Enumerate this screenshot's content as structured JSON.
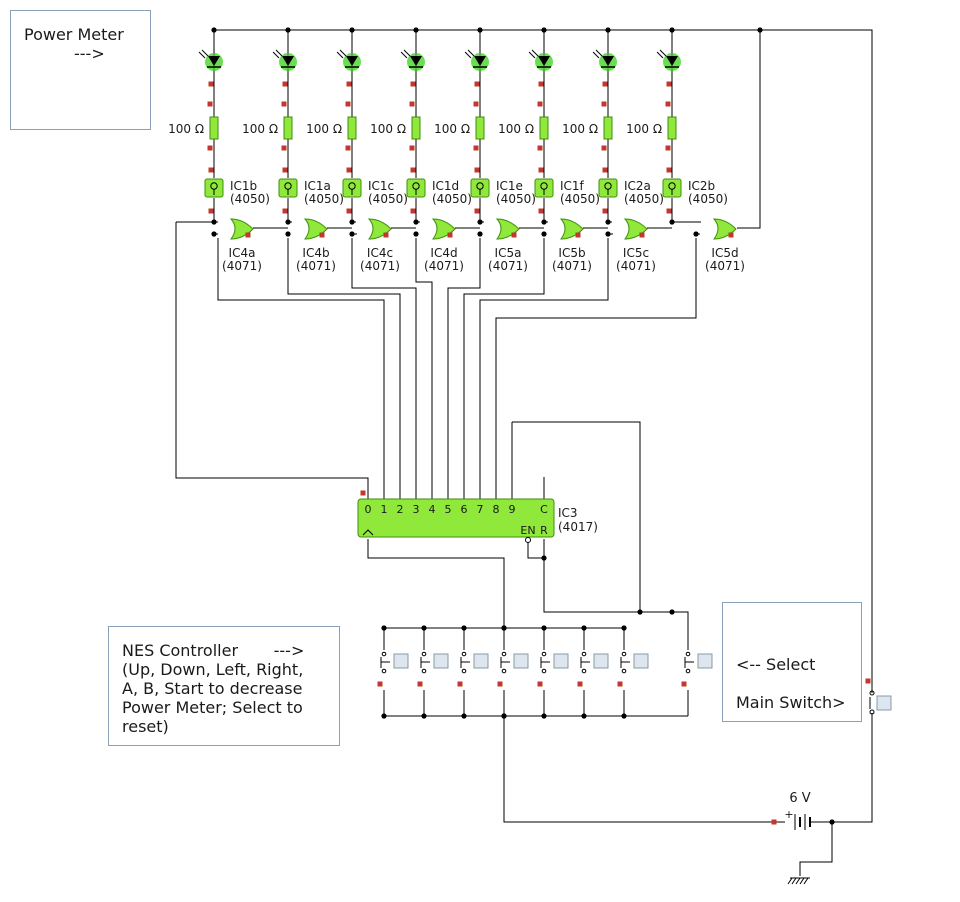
{
  "notes": {
    "power_meter": {
      "line1": "Power Meter",
      "line2": "--->"
    },
    "nes_controller": {
      "line1": "NES Controller       --->",
      "line2": "(Up, Down, Left, Right,",
      "line3": "A, B, Start to decrease",
      "line4": "Power Meter; Select to",
      "line5": "reset)"
    },
    "select": {
      "line1": "<-- Select",
      "line2": "Main Switch>"
    }
  },
  "resistor_value": "100 Ω",
  "buffers": [
    {
      "name": "IC1b",
      "part": "(4050)"
    },
    {
      "name": "IC1a",
      "part": "(4050)"
    },
    {
      "name": "IC1c",
      "part": "(4050)"
    },
    {
      "name": "IC1d",
      "part": "(4050)"
    },
    {
      "name": "IC1e",
      "part": "(4050)"
    },
    {
      "name": "IC1f",
      "part": "(4050)"
    },
    {
      "name": "IC2a",
      "part": "(4050)"
    },
    {
      "name": "IC2b",
      "part": "(4050)"
    }
  ],
  "or_gates": [
    {
      "name": "IC4a",
      "part": "(4071)"
    },
    {
      "name": "IC4b",
      "part": "(4071)"
    },
    {
      "name": "IC4c",
      "part": "(4071)"
    },
    {
      "name": "IC4d",
      "part": "(4071)"
    },
    {
      "name": "IC5a",
      "part": "(4071)"
    },
    {
      "name": "IC5b",
      "part": "(4071)"
    },
    {
      "name": "IC5c",
      "part": "(4071)"
    },
    {
      "name": "IC5d",
      "part": "(4071)"
    }
  ],
  "counter": {
    "name": "IC3",
    "part": "(4017)",
    "pins": [
      "0",
      "1",
      "2",
      "3",
      "4",
      "5",
      "6",
      "7",
      "8",
      "9"
    ],
    "clock_pin": "C",
    "enable_pin": "EN",
    "reset_pin": "R"
  },
  "battery": {
    "label": "6 V",
    "plus": "+"
  },
  "colors": {
    "wire": "#000000",
    "component_green": "#8fe83a",
    "component_border": "#3f8f10",
    "led_glow": "#39d11a",
    "terminal": "#c0392b",
    "note_border": "#8aa0b8",
    "switch_fill": "#dde6ee"
  },
  "icons": [
    "led-icon",
    "resistor-icon",
    "buffer-icon",
    "or-gate-icon",
    "push-button-icon",
    "toggle-switch-icon",
    "battery-icon",
    "ground-icon"
  ]
}
